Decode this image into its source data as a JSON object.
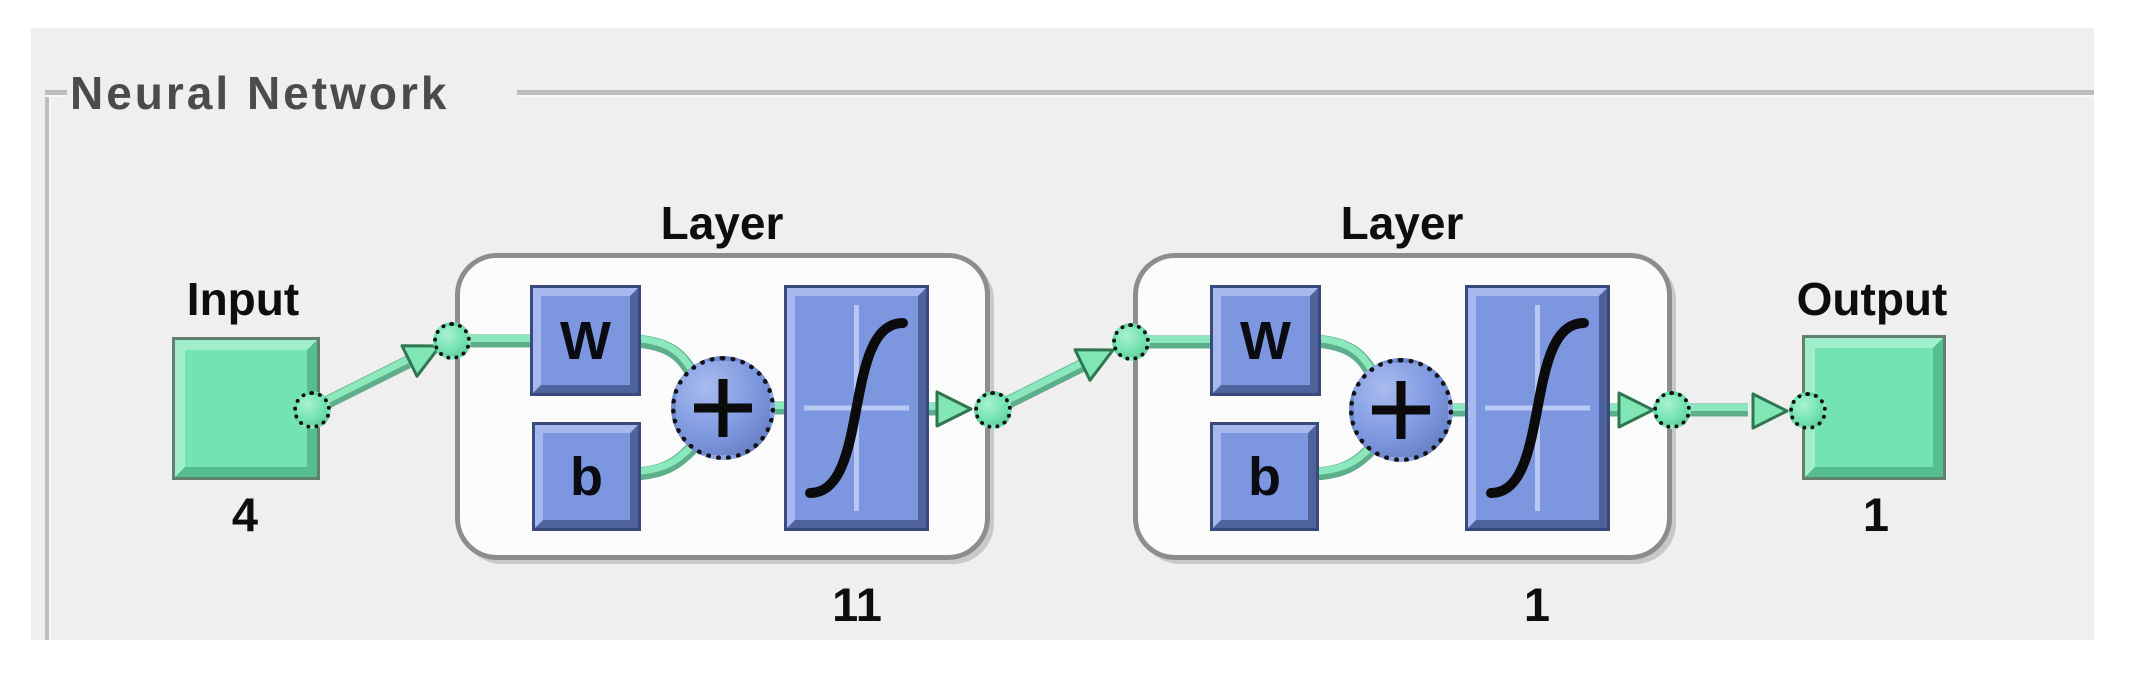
{
  "panel": {
    "title": "Neural Network"
  },
  "diagram": {
    "input": {
      "label": "Input",
      "size": "4"
    },
    "layers": [
      {
        "label": "Layer",
        "neurons": "11",
        "weight_label": "W",
        "bias_label": "b",
        "sum_symbol": "+",
        "activation": "tansig"
      },
      {
        "label": "Layer",
        "neurons": "1",
        "weight_label": "W",
        "bias_label": "b",
        "sum_symbol": "+",
        "activation": "tansig"
      }
    ],
    "output": {
      "label": "Output",
      "size": "1"
    }
  },
  "colors": {
    "panel_background": "#efefef",
    "groupbox_line": "#bdbdbd",
    "title_text": "#4b4b4b",
    "block_blue": "#7c97e0",
    "block_green": "#74e3b2",
    "wire_green_light": "#8be8bc",
    "wire_green_dark": "#5fae8b",
    "layerbox_border": "#8d8d8d",
    "text_black": "#0d0d0d"
  }
}
